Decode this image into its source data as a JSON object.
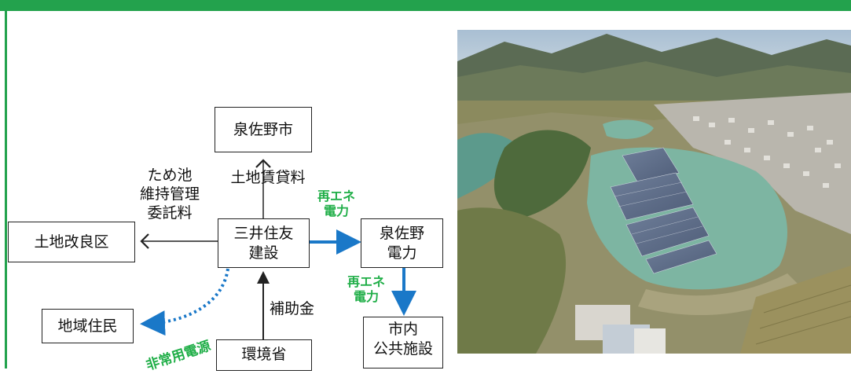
{
  "nodes": {
    "izumisano_city": "泉佐野市",
    "land_improvement_district": "土地改良区",
    "mitsui_sumitomo": "三井住友\n建設",
    "izumisano_power": "泉佐野\n電力",
    "local_residents": "地域住民",
    "ministry_env": "環境省",
    "public_facilities": "市内\n公共施設"
  },
  "edge_labels": {
    "land_lease": "土地賃貸料",
    "pond_fee": "ため池\n維持管理\n委託料",
    "subsidy": "補助金",
    "renewable_1": "再エネ\n電力",
    "renewable_2": "再エネ\n電力",
    "emergency_power": "非常用電源"
  },
  "colors": {
    "frame_green": "#23a24d",
    "label_green": "#1fae47",
    "arrow_blue": "#1a78c8",
    "line_black": "#222222"
  },
  "photo": {
    "description_icon": "floating-solar-pond-aerial-photo"
  }
}
